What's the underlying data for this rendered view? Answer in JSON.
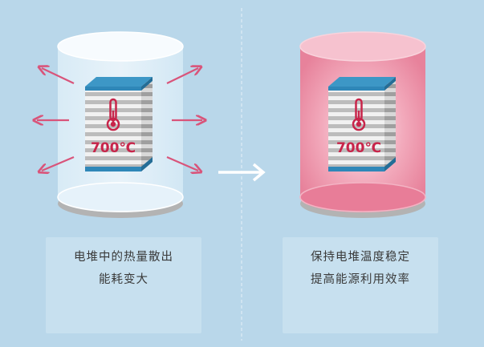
{
  "left_panel": {
    "temperature": "700℃",
    "caption_line1": "电堆中的热量散出",
    "caption_line2": "能耗变大"
  },
  "right_panel": {
    "temperature": "700℃",
    "caption_line1": "保持电堆温度稳定",
    "caption_line2": "提高能源利用效率"
  },
  "colors": {
    "background": "#b9d7ea",
    "heat_arrow": "#d9547a",
    "stack_top": "#2f87b8",
    "thermometer": "#c8254a",
    "insulated_cylinder": "#e87d98",
    "transition_arrow": "#ffffff"
  },
  "icons": [
    "thermometer-icon",
    "heat-arrow-icon",
    "right-arrow-icon"
  ]
}
